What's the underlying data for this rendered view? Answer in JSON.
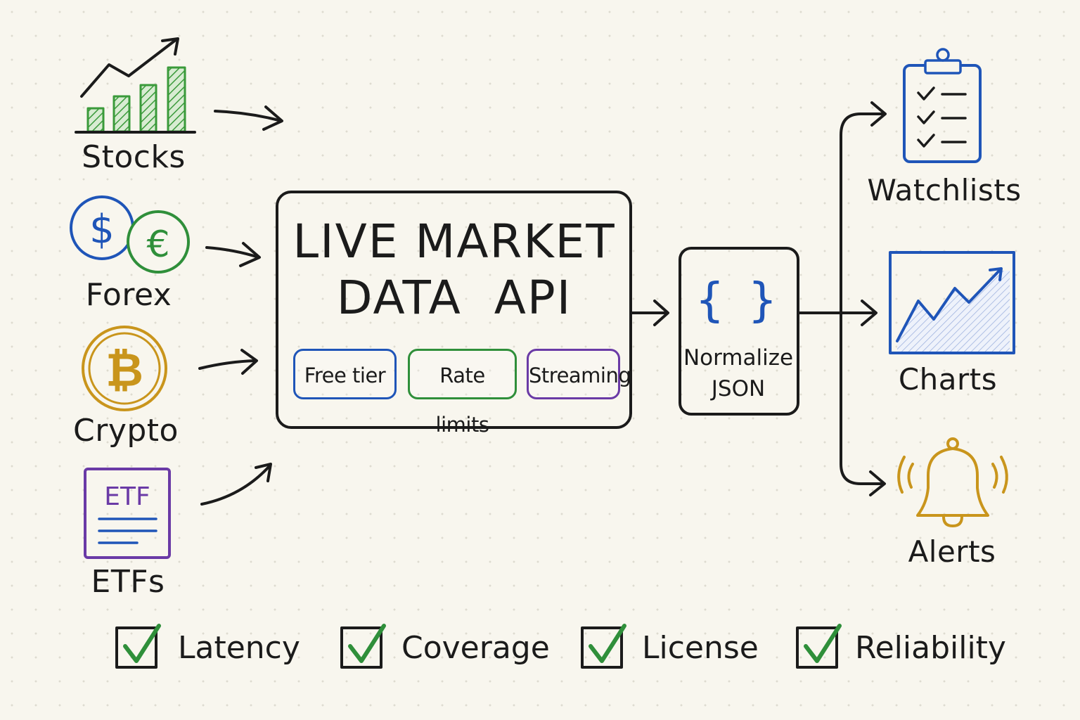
{
  "sources": [
    {
      "label": "Stocks",
      "icon": "stock-chart-icon",
      "color": "#3a9a3a"
    },
    {
      "label": "Forex",
      "icon": "currency-coins-icon",
      "colors": [
        "#1f55b8",
        "#2f8f3a"
      ]
    },
    {
      "label": "Crypto",
      "icon": "bitcoin-icon",
      "color": "#c9951c"
    },
    {
      "label": "ETFs",
      "icon": "etf-document-icon",
      "color": "#6a3aa6"
    }
  ],
  "api": {
    "title_line1": "LIVE MARKET",
    "title_line2": "DATA  API",
    "chips": [
      {
        "label": "Free tier",
        "color": "#1f55b8"
      },
      {
        "label": "Rate limits",
        "color": "#2f8f3a"
      },
      {
        "label": "Streaming",
        "color": "#6a3aa6"
      }
    ]
  },
  "normalize": {
    "braces": "{ }",
    "line1": "Normalize",
    "line2": "JSON",
    "color": "#1f55b8"
  },
  "outputs": [
    {
      "label": "Watchlists",
      "icon": "clipboard-checklist-icon",
      "color": "#1f55b8"
    },
    {
      "label": "Charts",
      "icon": "line-chart-icon",
      "color": "#1f55b8"
    },
    {
      "label": "Alerts",
      "icon": "bell-icon",
      "color": "#c9951c"
    }
  ],
  "criteria": [
    {
      "label": "Latency"
    },
    {
      "label": "Coverage"
    },
    {
      "label": "License"
    },
    {
      "label": "Reliability"
    }
  ],
  "colors": {
    "ink": "#1b1b1b",
    "check": "#2f8f3a",
    "background": "#f8f6ee"
  }
}
